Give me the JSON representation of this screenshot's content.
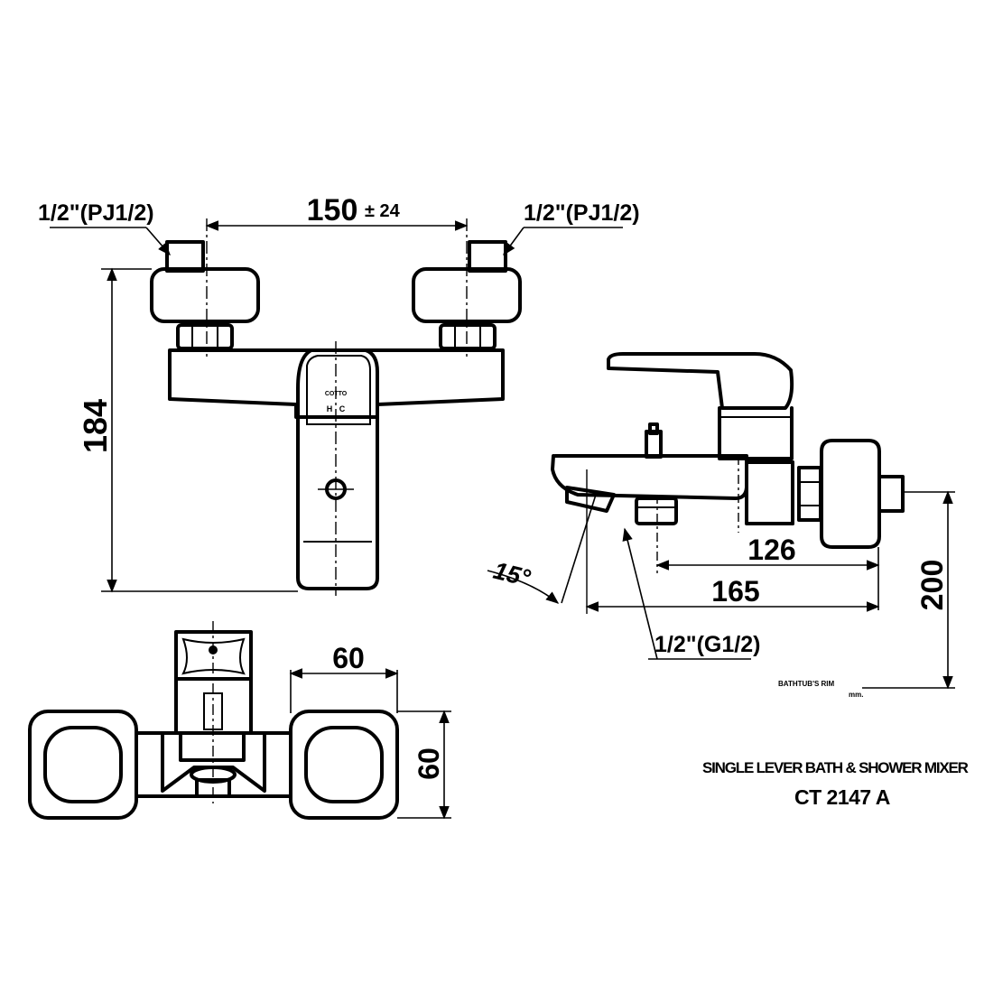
{
  "front_view": {
    "thread_left": "1/2\"(PJ1/2)",
    "thread_right": "1/2\"(PJ1/2)",
    "dim_centers": "150",
    "dim_tolerance": "± 24",
    "dim_height": "184",
    "valve_mark": "H   C",
    "brand_mark": "COTTO"
  },
  "side_view": {
    "dim_spout_126": "126",
    "dim_spout_165": "165",
    "dim_height_200": "200",
    "angle": "15°",
    "outlet_thread": "1/2\"(G1/2)",
    "rim_label": "BATHTUB'S RIM",
    "rim_unit": "mm."
  },
  "top_view": {
    "dim_width_60": "60",
    "dim_depth_60": "60"
  },
  "title": {
    "line1": "SINGLE LEVER BATH & SHOWER MIXER",
    "line2": "CT 2147 A"
  }
}
